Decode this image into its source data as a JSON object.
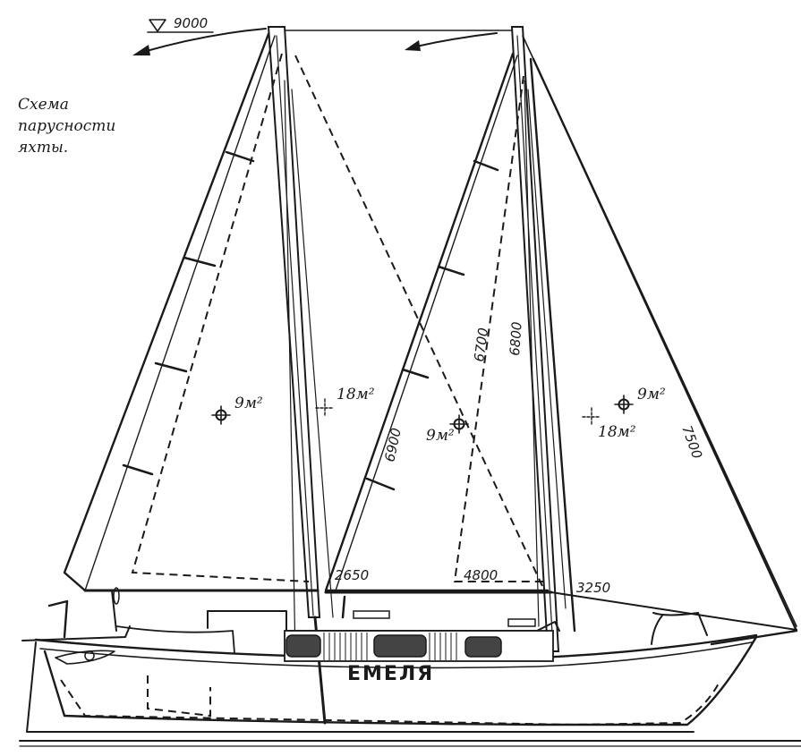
{
  "caption": [
    "Схема",
    "парусности",
    "яхты."
  ],
  "height_mark": "9000",
  "boat_name": "ЕМЕЛЯ",
  "dimensions": {
    "main_foot": "2650",
    "fore_mast_luff": "6900",
    "fore_stay": "6700",
    "main_mast_luff": "6800",
    "main_stay": "7500",
    "mid_foot": "4800",
    "rear_foot": "3250"
  },
  "sail_areas": {
    "rear_main": "9м²",
    "rear_ce_total": "18м²",
    "mid_jib": "9м²",
    "front_ce_total": "18м²",
    "front_main": "9м²"
  },
  "icons": [
    "arrow-left-icon",
    "water-level-triangle-icon",
    "centre-of-effort-icon"
  ]
}
